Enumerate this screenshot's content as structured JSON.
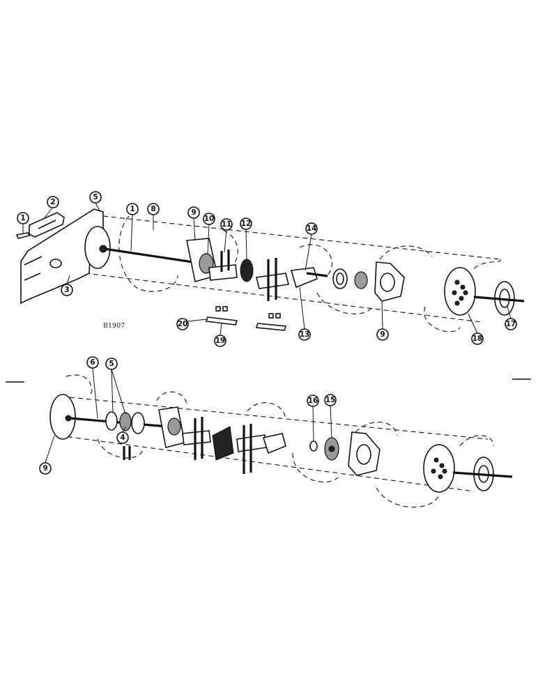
{
  "figure_ref": "B1907",
  "callouts_top": [
    "1",
    "2",
    "3",
    "5",
    "1",
    "8",
    "9",
    "10",
    "11",
    "12",
    "14",
    "13",
    "9",
    "18",
    "17",
    "20",
    "19"
  ],
  "callouts_bottom": [
    "6",
    "5",
    "4",
    "9",
    "16",
    "15"
  ]
}
